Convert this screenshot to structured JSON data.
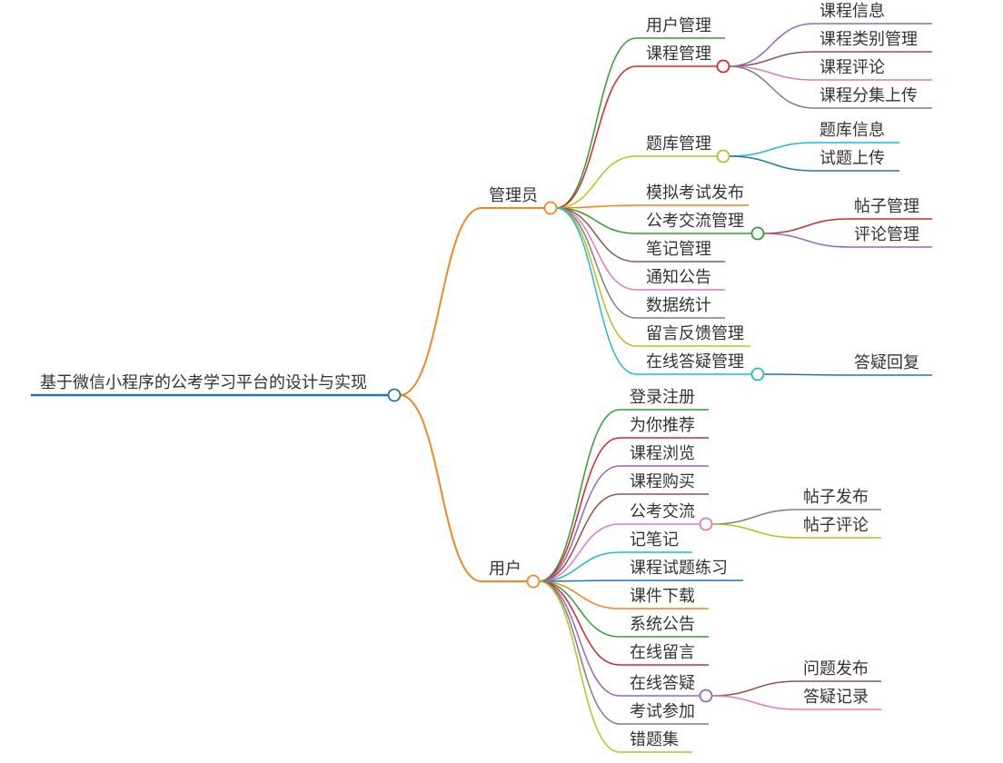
{
  "root": {
    "label": "基于微信小程序的公考学习平台的设计与实现"
  },
  "branches": [
    {
      "label": "管理员",
      "children": [
        {
          "label": "用户管理",
          "children": []
        },
        {
          "label": "课程管理",
          "children": [
            {
              "label": "课程信息"
            },
            {
              "label": "课程类别管理"
            },
            {
              "label": "课程评论"
            },
            {
              "label": "课程分集上传"
            }
          ]
        },
        {
          "label": "题库管理",
          "children": [
            {
              "label": "题库信息"
            },
            {
              "label": "试题上传"
            }
          ]
        },
        {
          "label": "模拟考试发布",
          "children": []
        },
        {
          "label": "公考交流管理",
          "children": [
            {
              "label": "帖子管理"
            },
            {
              "label": "评论管理"
            }
          ]
        },
        {
          "label": "笔记管理",
          "children": []
        },
        {
          "label": "通知公告",
          "children": []
        },
        {
          "label": "数据统计",
          "children": []
        },
        {
          "label": "留言反馈管理",
          "children": []
        },
        {
          "label": "在线答疑管理",
          "children": [
            {
              "label": "答疑回复"
            }
          ]
        }
      ]
    },
    {
      "label": "用户",
      "children": [
        {
          "label": "登录注册",
          "children": []
        },
        {
          "label": "为你推荐",
          "children": []
        },
        {
          "label": "课程浏览",
          "children": []
        },
        {
          "label": "课程购买",
          "children": []
        },
        {
          "label": "公考交流",
          "children": [
            {
              "label": "帖子发布"
            },
            {
              "label": "帖子评论"
            }
          ]
        },
        {
          "label": "记笔记",
          "children": []
        },
        {
          "label": "课程试题练习",
          "children": []
        },
        {
          "label": "课件下载",
          "children": []
        },
        {
          "label": "系统公告",
          "children": []
        },
        {
          "label": "在线留言",
          "children": []
        },
        {
          "label": "在线答疑",
          "children": [
            {
              "label": "问题发布"
            },
            {
              "label": "答疑记录"
            }
          ]
        },
        {
          "label": "考试参加",
          "children": []
        },
        {
          "label": "错题集",
          "children": []
        }
      ]
    }
  ],
  "colors": {
    "root": "#2472b3",
    "branch": "#f5861f",
    "palette": [
      "#2ca02c",
      "#d62728",
      "#bcbd22",
      "#ff7f0e",
      "#2ca02c",
      "#8c564b",
      "#e377c2",
      "#7f7f7f",
      "#bcbd22",
      "#17becf"
    ],
    "user_palette": [
      "#2ca02c",
      "#d62728",
      "#9467bd",
      "#8c564b",
      "#e377c2",
      "#17becf",
      "#1f77b4",
      "#ff7f0e",
      "#2ca02c",
      "#d62728",
      "#9467bd",
      "#7f7f7f",
      "#bcbd22"
    ],
    "sub": {
      "课程管理": [
        "#9467bd",
        "#8c564b",
        "#e377c2",
        "#7f7f7f"
      ],
      "题库管理": [
        "#17becf",
        "#1f77b4"
      ],
      "公考交流管理": [
        "#d62728",
        "#9467bd"
      ],
      "在线答疑管理": [
        "#1f77b4"
      ],
      "公考交流": [
        "#7f7f7f",
        "#bcbd22"
      ],
      "在线答疑": [
        "#8c564b",
        "#e377c2"
      ]
    }
  }
}
